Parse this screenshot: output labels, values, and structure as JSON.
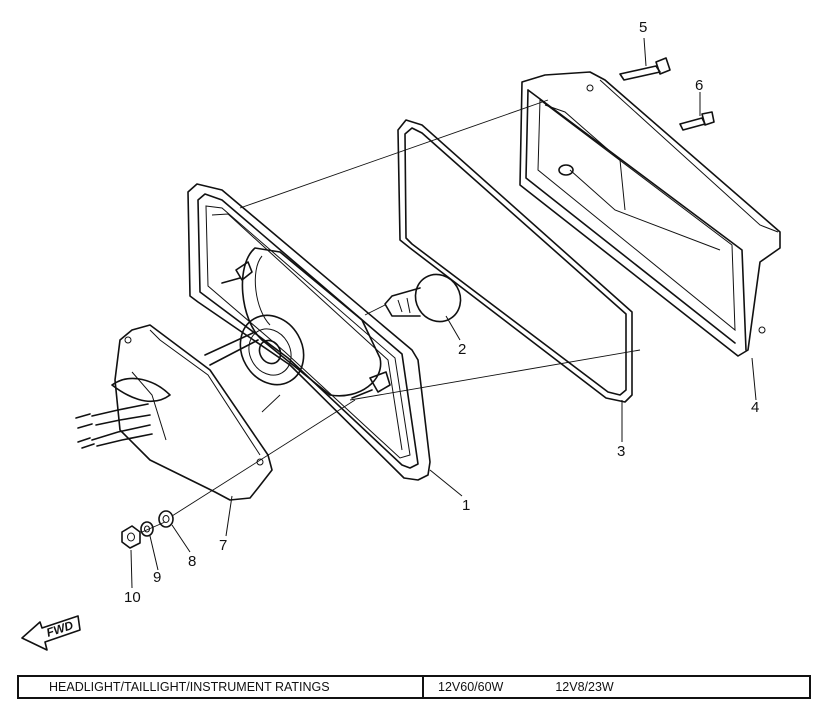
{
  "diagram": {
    "callouts": [
      "1",
      "2",
      "3",
      "4",
      "5",
      "6",
      "7",
      "8",
      "9",
      "10"
    ],
    "fwd_label": "FWD"
  },
  "ratings": {
    "label": "HEADLIGHT/TAILLIGHT/INSTRUMENT RATINGS",
    "value_1": "12V60/60W",
    "value_2": "12V8/23W"
  }
}
